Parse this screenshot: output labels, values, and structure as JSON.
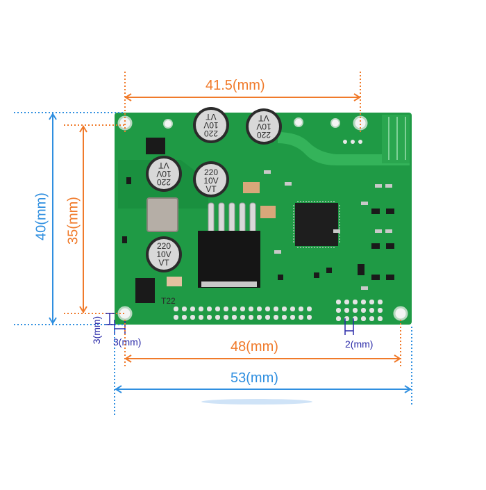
{
  "dimensions": {
    "top_width": "41.5(mm)",
    "left_outer_height": "40(mm)",
    "left_inner_height": "35(mm)",
    "corner_vertical": "3(mm)",
    "corner_horizontal": "3(mm)",
    "pin_pitch": "2(mm)",
    "hole_spacing": "48(mm)",
    "board_width": "53(mm)"
  },
  "capacitors": [
    {
      "line1": "220",
      "line2": "10V",
      "line3": "VT"
    },
    {
      "line1": "220",
      "line2": "10V",
      "line3": "VT"
    },
    {
      "line1": "220",
      "line2": "10V",
      "line3": "VT"
    },
    {
      "line1": "220",
      "line2": "10V",
      "line3": "VT"
    },
    {
      "line1": "220",
      "line2": "10V",
      "line3": "VT"
    }
  ],
  "board": {
    "silkscreen_label": "T22"
  },
  "colors": {
    "orange_dim": "#f07a2a",
    "blue_dim": "#2f8fe0",
    "navy_dim": "#2a2aa8",
    "pcb_green": "#1f9a45"
  }
}
